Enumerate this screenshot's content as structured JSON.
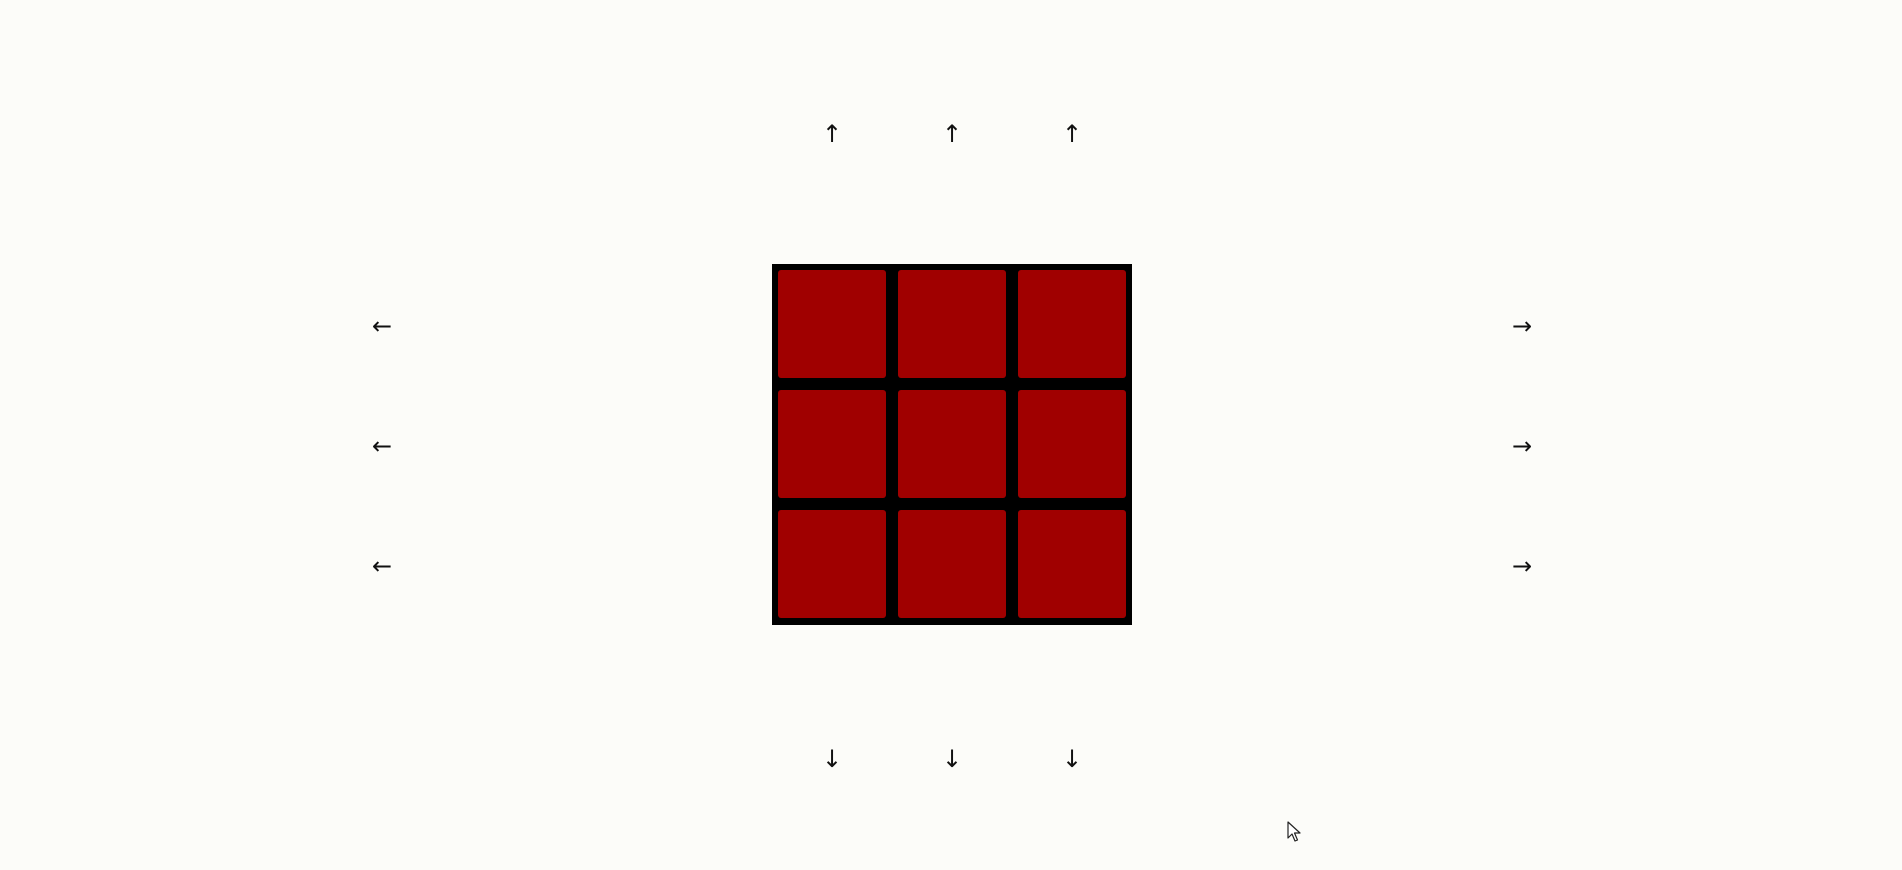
{
  "colors": {
    "background": "#fcfcf9",
    "board_frame": "#000000",
    "tile": "#a00000"
  },
  "arrows": {
    "up": [
      "↑",
      "↑",
      "↑"
    ],
    "down": [
      "↓",
      "↓",
      "↓"
    ],
    "left": [
      "←",
      "←",
      "←"
    ],
    "right": [
      "→",
      "→",
      "→"
    ]
  },
  "board": {
    "rows": 3,
    "cols": 3,
    "tiles": [
      [
        "red",
        "red",
        "red"
      ],
      [
        "red",
        "red",
        "red"
      ],
      [
        "red",
        "red",
        "red"
      ]
    ]
  },
  "cursor_icon": "mouse-pointer-icon"
}
